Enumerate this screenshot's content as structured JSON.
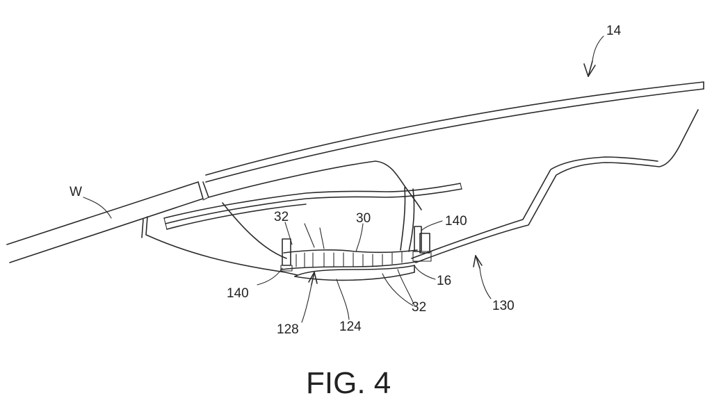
{
  "figure": {
    "caption": "FIG. 4"
  },
  "reference_labels": {
    "assembly": "14",
    "windshield": "W",
    "ref_32_upper": "32",
    "ref_30": "30",
    "ref_140_right": "140",
    "ref_140_left": "140",
    "ref_16": "16",
    "ref_32_lower": "32",
    "ref_130": "130",
    "ref_128": "128",
    "ref_124": "124"
  }
}
